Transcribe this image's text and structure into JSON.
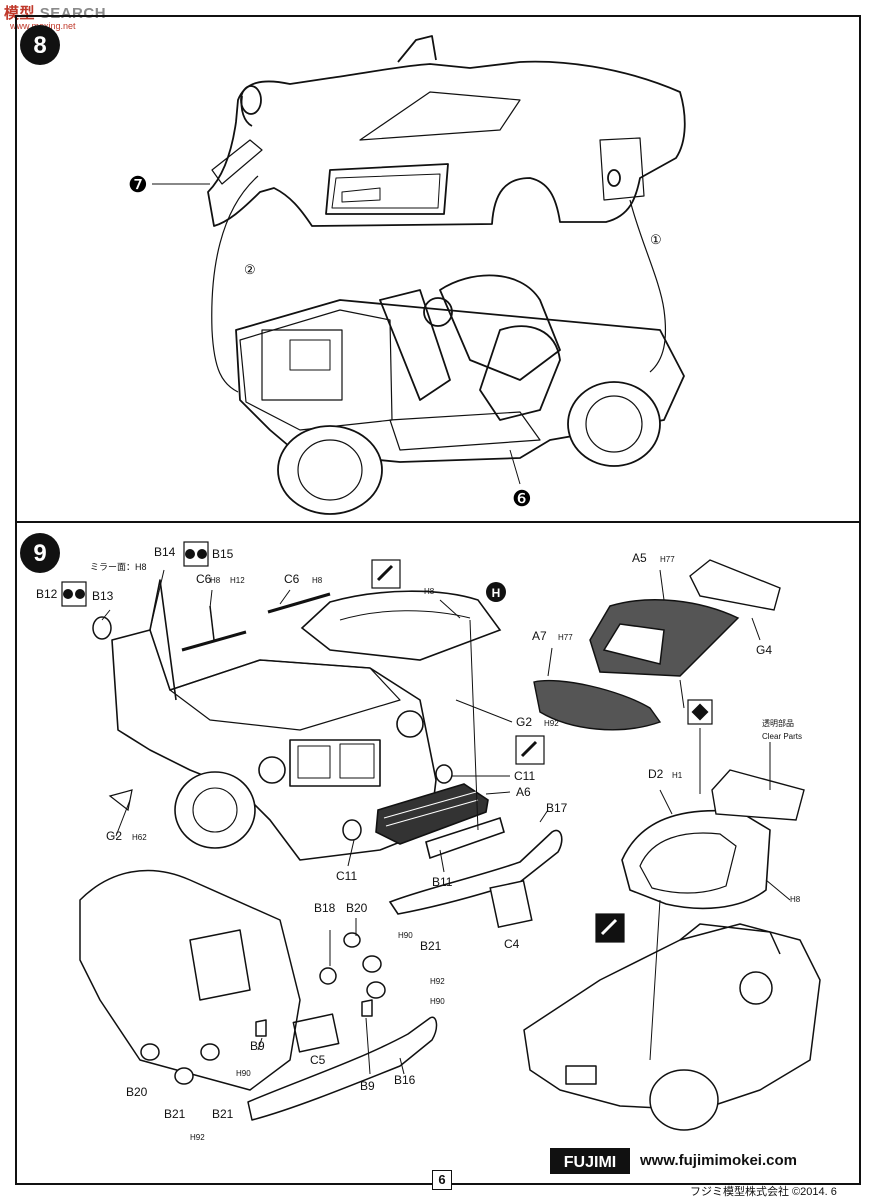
{
  "watermark": {
    "logo": "模型",
    "text": "SEARCH",
    "sub": "www.moxing.net"
  },
  "steps": [
    {
      "number": "8"
    },
    {
      "number": "9"
    }
  ],
  "step8": {
    "callouts": [
      "❼",
      "❻"
    ],
    "arrows": [
      "①",
      "②"
    ]
  },
  "step9": {
    "mirror_note": "ミラー面：H8",
    "paint_marks": [
      "H",
      "H8",
      "H12",
      "H77",
      "H92",
      "H1",
      "H90",
      "H62"
    ],
    "h_circle": "H",
    "clear_parts_jp": "透明部品",
    "clear_parts_en": "Clear Parts",
    "parts": [
      "B12",
      "B13",
      "B14",
      "B15",
      "C6",
      "C6",
      "A5",
      "G4",
      "A7",
      "G2",
      "C11",
      "A6",
      "B17",
      "G2",
      "C11",
      "B11",
      "D2",
      "C4",
      "B18",
      "B20",
      "B21",
      "B9",
      "C5",
      "B9",
      "B16",
      "B20",
      "B21",
      "B21"
    ]
  },
  "footer": {
    "page": "6",
    "url": "www.fujimimokei.com",
    "brand": "FUJIMI",
    "copyright": "フジミ模型株式会社 ©2014. 6"
  }
}
